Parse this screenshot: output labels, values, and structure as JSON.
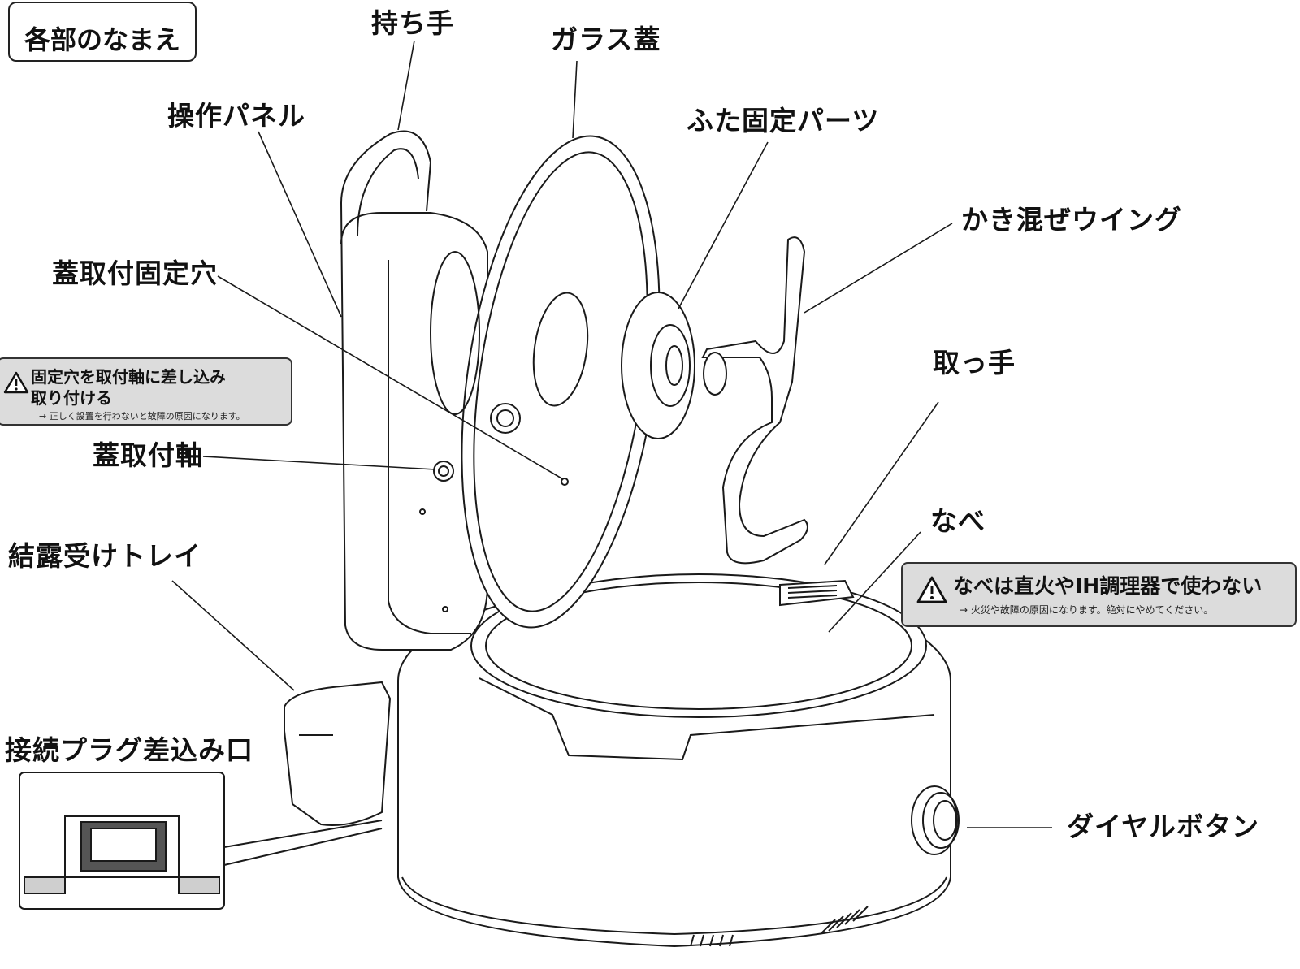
{
  "title": "各部のなまえ",
  "labels": {
    "handle_top": "持ち手",
    "glass_lid": "ガラス蓋",
    "control_panel": "操作パネル",
    "lid_fix_parts": "ふた固定パーツ",
    "stir_wing": "かき混ぜウイング",
    "lid_mount_hole": "蓋取付固定穴",
    "pot_handle": "取っ手",
    "lid_mount_shaft": "蓋取付軸",
    "pot": "なべ",
    "drip_tray": "結露受けトレイ",
    "plug_inlet": "接続プラグ差込み口",
    "dial_button": "ダイヤルボタン"
  },
  "notes": {
    "mount": {
      "line1": "固定穴を取付軸に差し込み",
      "line2": "取り付ける",
      "sub": "→ 正しく設置を行わないと故障の原因になります。"
    },
    "pot": {
      "line1": "なべは直火やIH調理器で使わない",
      "sub": "→ 火災や故障の原因になります。絶対にやめてください。"
    }
  },
  "colors": {
    "line": "#1a1a1a",
    "note_bg": "#dcdcdc",
    "shade": "#8a8a8a"
  }
}
